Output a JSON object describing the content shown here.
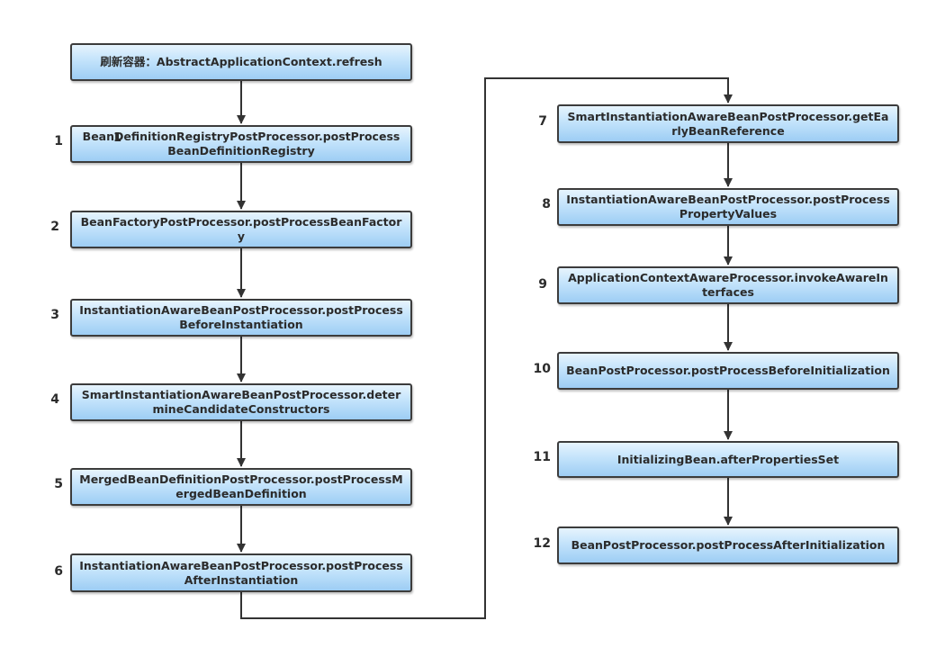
{
  "diagram": {
    "start": {
      "label": "刷新容器：AbstractApplicationContext.refresh"
    },
    "steps": [
      {
        "number": "1",
        "label": "BeanDefinitionRegistryPostProcessor.postProcessBeanDefinitionRegistry"
      },
      {
        "number": "2",
        "label": "BeanFactoryPostProcessor.postProcessBeanFactory"
      },
      {
        "number": "3",
        "label": "InstantiationAwareBeanPostProcessor.postProcessBeforeInstantiation"
      },
      {
        "number": "4",
        "label": "SmartInstantiationAwareBeanPostProcessor.determineCandidateConstructors"
      },
      {
        "number": "5",
        "label": "MergedBeanDefinitionPostProcessor.postProcessMergedBeanDefinition"
      },
      {
        "number": "6",
        "label": "InstantiationAwareBeanPostProcessor.postProcessAfterInstantiation"
      },
      {
        "number": "7",
        "label": "SmartInstantiationAwareBeanPostProcessor.getEarlyBeanReference"
      },
      {
        "number": "8",
        "label": "InstantiationAwareBeanPostProcessor.postProcessPropertyValues"
      },
      {
        "number": "9",
        "label": "ApplicationContextAwareProcessor.invokeAwareInterfaces"
      },
      {
        "number": "10",
        "label": "BeanPostProcessor.postProcessBeforeInitialization"
      },
      {
        "number": "11",
        "label": "InitializingBean.afterPropertiesSet"
      },
      {
        "number": "12",
        "label": "BeanPostProcessor.postProcessAfterInitialization"
      }
    ],
    "overlay_number": "1",
    "colors": {
      "box_top": "#e6f4fd",
      "box_bottom": "#9dcdf4",
      "border": "#3c3c3c",
      "connector": "#333333",
      "text": "#2b2b2b"
    }
  }
}
